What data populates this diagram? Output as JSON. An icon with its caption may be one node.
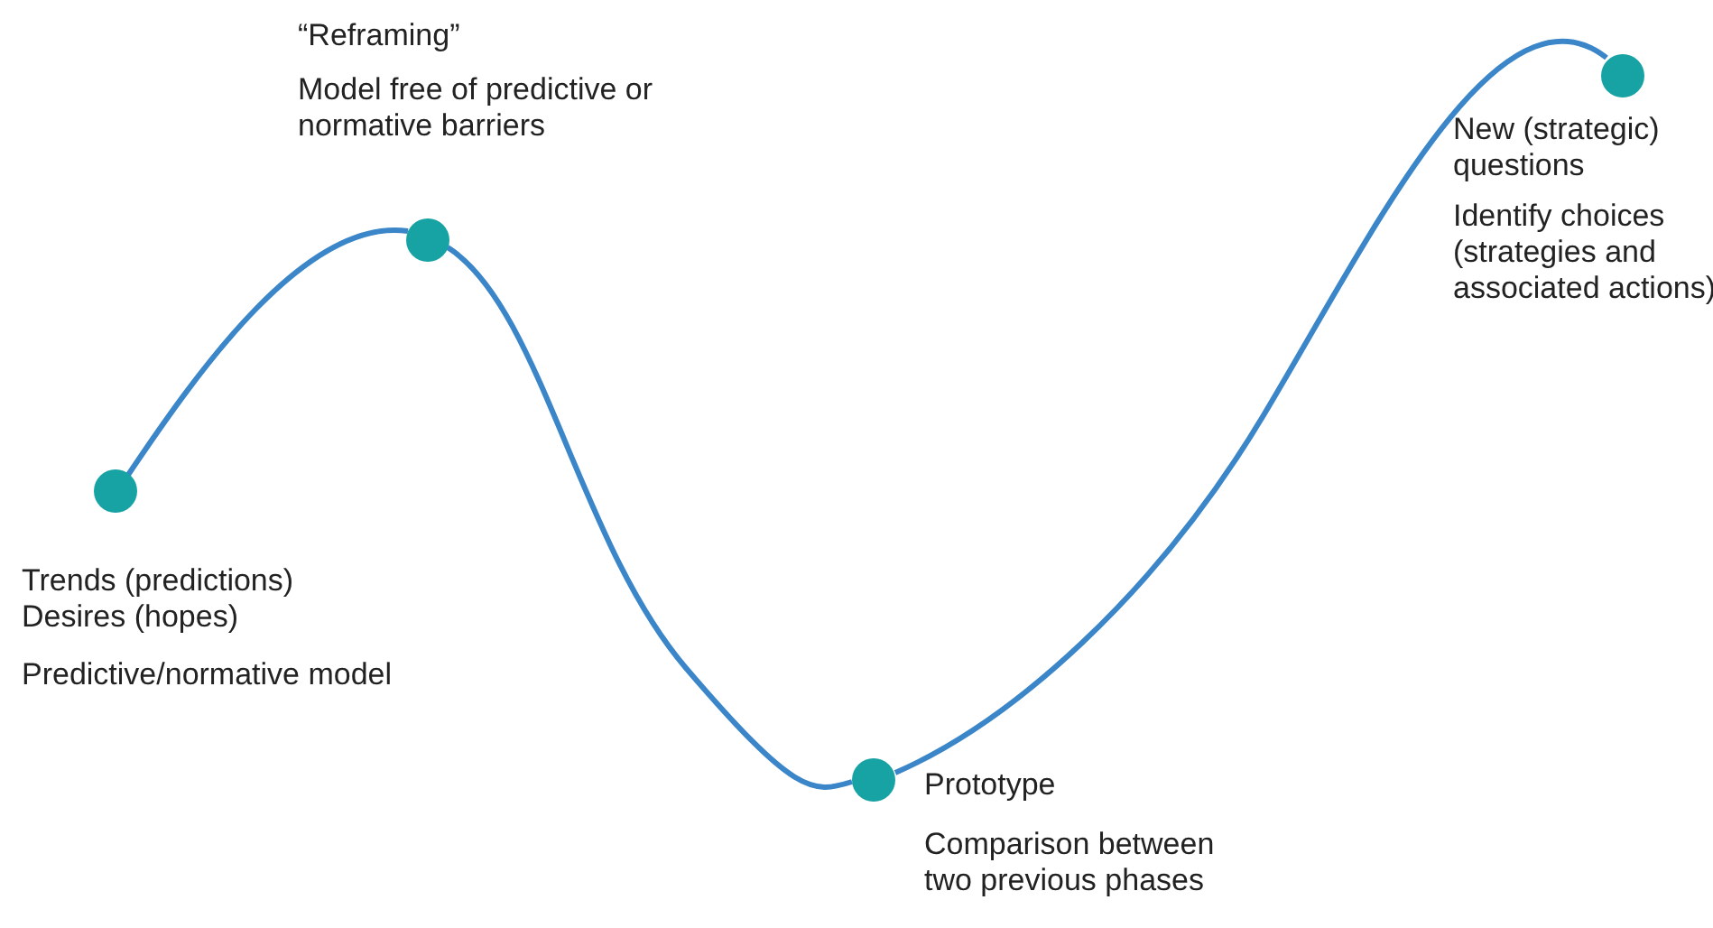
{
  "diagram": {
    "nodes": [
      {
        "text": [],
        "shape": "circle",
        "beside": [
          "Trends (predictions)",
          "Desires (hopes)",
          "Predictive/normative model"
        ]
      },
      {
        "text": [],
        "shape": "circle",
        "beside": [
          "“Reframing”",
          "Model free of predictive or normative barriers"
        ]
      },
      {
        "text": [],
        "shape": "circle",
        "beside": [
          "Prototype",
          "Comparison between two previous phases"
        ]
      },
      {
        "text": [],
        "shape": "circle",
        "beside": [
          "New (strategic) questions",
          "Identify choices (strategies and associated actions)"
        ]
      }
    ],
    "edges": [
      {
        "from": 0,
        "to": 1,
        "arrow": "none"
      },
      {
        "from": 1,
        "to": 2,
        "arrow": "none"
      },
      {
        "from": 2,
        "to": 3,
        "arrow": "none"
      }
    ]
  }
}
